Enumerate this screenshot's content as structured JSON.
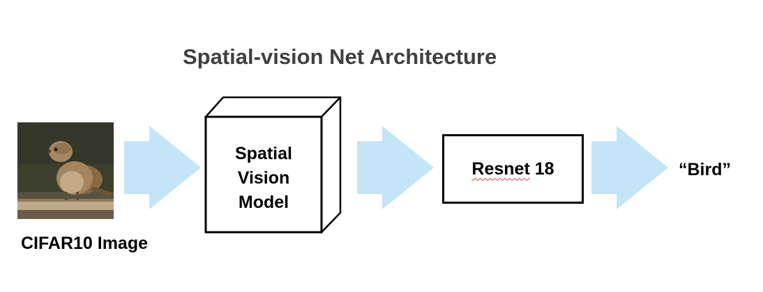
{
  "title": "Spatial-vision Net Architecture",
  "input": {
    "caption": "CIFAR10 Image"
  },
  "model": {
    "line1": "Spatial",
    "line2": "Vision",
    "line3": "Model"
  },
  "resnet": {
    "word": "Resnet",
    "number": "18"
  },
  "output": {
    "label": "“Bird”"
  },
  "colors": {
    "arrow": "#c4e4f8",
    "text": "#000000",
    "title": "#404040",
    "spellcheck": "#d43a3a"
  }
}
